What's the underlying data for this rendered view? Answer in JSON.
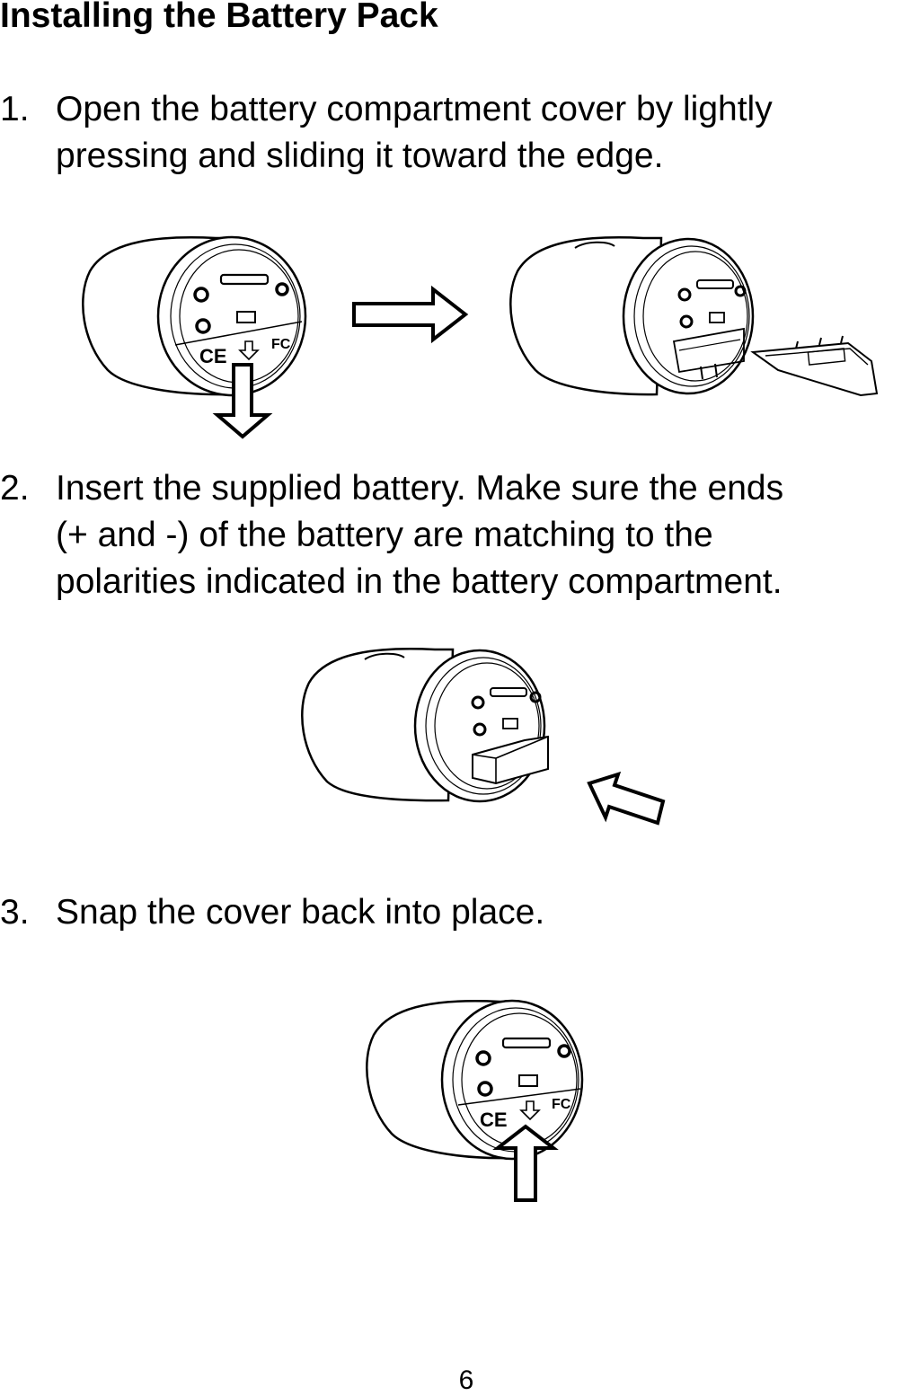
{
  "heading": "Installing the Battery Pack",
  "steps": [
    {
      "number": "1.",
      "lines": [
        "Open the battery compartment cover by lightly",
        "pressing and sliding it toward the edge."
      ]
    },
    {
      "number": "2.",
      "lines": [
        "Insert the supplied battery.    Make sure the ends",
        "(+ and -) of the battery are matching to the",
        "polarities indicated in the battery compartment."
      ]
    },
    {
      "number": "3.",
      "lines": [
        "Snap the cover back into place."
      ]
    }
  ],
  "page_number": "6",
  "icons": [
    "camera-closed-illustration",
    "camera-open-illustration",
    "camera-battery-illustration",
    "right-arrow-icon",
    "down-arrow-icon",
    "up-left-arrow-icon",
    "up-arrow-icon"
  ]
}
